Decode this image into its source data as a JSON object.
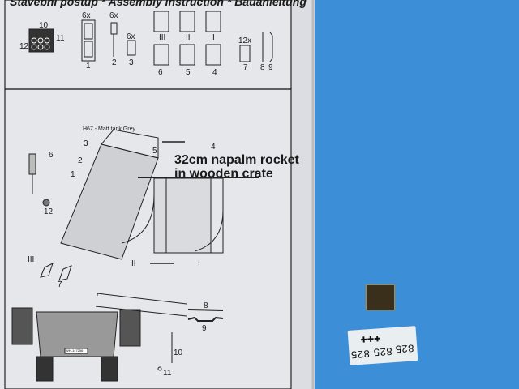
{
  "sheet": {
    "header": "Stavební postup * Assembly instruction * Bauanleitung",
    "parts": {
      "p10": "10",
      "p11": "11",
      "p12": "12",
      "qty1": "6x",
      "qty2": "6x",
      "qty3": "6x",
      "qty7": "12x",
      "l1": "1",
      "l2": "2",
      "l3": "3",
      "l4": "4",
      "l5": "5",
      "l6": "6",
      "l7": "7",
      "l8": "8",
      "l9": "9",
      "pI": "I",
      "pII": "II",
      "pIII": "III",
      "pIIb": "II",
      "pIb": "I",
      "p4b": "4",
      "p5b": "5"
    },
    "step": {
      "paint_note": "H67 - Matt tank Grey",
      "title_line1": "32cm napalm rocket",
      "title_line2": "in wooden crate",
      "labels": {
        "s1": "1",
        "s2": "2",
        "s3": "3",
        "s4": "4",
        "s5": "5",
        "s6": "6",
        "s7": "7",
        "s12": "12",
        "sIII": "III",
        "sII": "II",
        "sI": "I"
      }
    },
    "vehicle": {
      "plate": "WH-147256",
      "labels": {
        "v8": "8",
        "v9": "9",
        "v10": "10",
        "v11": "11"
      }
    }
  },
  "decal_sheet": {
    "numbers": [
      "825",
      "825",
      "825"
    ]
  },
  "colors": {
    "paper": "#e6e7ea",
    "background": "#3c8fd7",
    "ink": "#1a1a1a"
  }
}
